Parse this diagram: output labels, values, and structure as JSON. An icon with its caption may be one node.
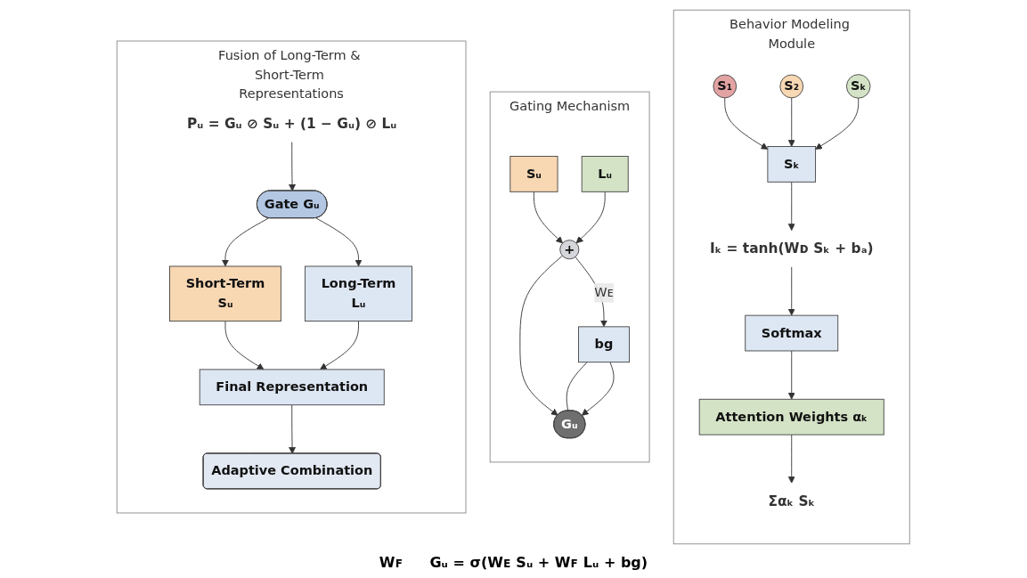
{
  "diagram": {
    "nodes": [
      {
        "text": [
          "Behavior Modeling Module"
        ]
      },
      {
        "text": [
          "S₁"
        ],
        "in": 0
      },
      {
        "text": [
          "S₂"
        ],
        "in": 0
      },
      {
        "text": [
          "Sₖ"
        ],
        "in": 0
      },
      {
        "text": [
          "Sₖ"
        ],
        "in": 0
      },
      {
        "text": [
          "Iₖ = tanh(Wᴅ Sₖ + bₐ)"
        ],
        "in": 0
      },
      {
        "text": [
          "Softmax"
        ],
        "in": 0
      },
      {
        "text": [
          "Attention Weights αₖ"
        ],
        "in": 0
      },
      {
        "text": [
          "Σαₖ Sₖ"
        ],
        "in": 0
      },
      {
        "text": [
          "Gating Mechanism"
        ]
      },
      {
        "text": [
          "Sᵤ"
        ],
        "in": 9
      },
      {
        "text": [
          "Lᵤ"
        ],
        "in": 9
      },
      {
        "text": [
          "+"
        ],
        "in": 9
      },
      {
        "text": [
          "bg"
        ],
        "in": 9
      },
      {
        "text": [
          "Gᵤ"
        ],
        "in": 9
      },
      {
        "text": [
          "Fusion of Long-Term & Short-Term Representations"
        ]
      },
      {
        "text": [
          "Pᵤ = Gᵤ ⊘ Sᵤ + (1 − Gᵤ) ⊘ Lᵤ"
        ],
        "in": 15
      },
      {
        "text": [
          "Gate Gᵤ"
        ],
        "in": 15
      },
      {
        "text": [
          "Short-Term",
          "Sᵤ"
        ],
        "in": 15
      },
      {
        "text": [
          "Long-Term",
          "Lᵤ"
        ],
        "in": 15
      },
      {
        "text": [
          "Final Representation"
        ],
        "in": 15
      },
      {
        "text": [
          "Adaptive Combination"
        ],
        "in": 15
      }
    ],
    "edges": [
      {
        "from": 1,
        "to": 4,
        "arrow": "to"
      },
      {
        "from": 2,
        "to": 4,
        "arrow": "to"
      },
      {
        "from": 3,
        "to": 4,
        "arrow": "to"
      },
      {
        "from": 4,
        "to": 5,
        "arrow": "to"
      },
      {
        "from": 5,
        "to": 6,
        "arrow": "to"
      },
      {
        "from": 6,
        "to": 7,
        "arrow": "to"
      },
      {
        "from": 7,
        "to": 8,
        "arrow": "to"
      },
      {
        "from": 10,
        "to": 12,
        "arrow": "to"
      },
      {
        "from": 11,
        "to": 12,
        "arrow": "to"
      },
      {
        "from": 12,
        "to": 13,
        "label": "Wᴇ",
        "arrow": "to"
      },
      {
        "from": 12,
        "to": 14,
        "arrow": "to"
      },
      {
        "from": 13,
        "to": 14,
        "arrow": "none"
      },
      {
        "from": 13,
        "to": 14,
        "arrow": "to"
      },
      {
        "from": 16,
        "to": 17,
        "arrow": "to"
      },
      {
        "from": 17,
        "to": 18,
        "arrow": "to"
      },
      {
        "from": 17,
        "to": 19,
        "arrow": "to"
      },
      {
        "from": 18,
        "to": 20,
        "arrow": "to"
      },
      {
        "from": 19,
        "to": 20,
        "arrow": "to"
      },
      {
        "from": 20,
        "to": 21,
        "arrow": "to"
      }
    ],
    "labels": [
      "Wꜰ",
      "Gᵤ = σ(Wᴇ Sᵤ + Wꜰ Lᵤ + bg)"
    ]
  }
}
